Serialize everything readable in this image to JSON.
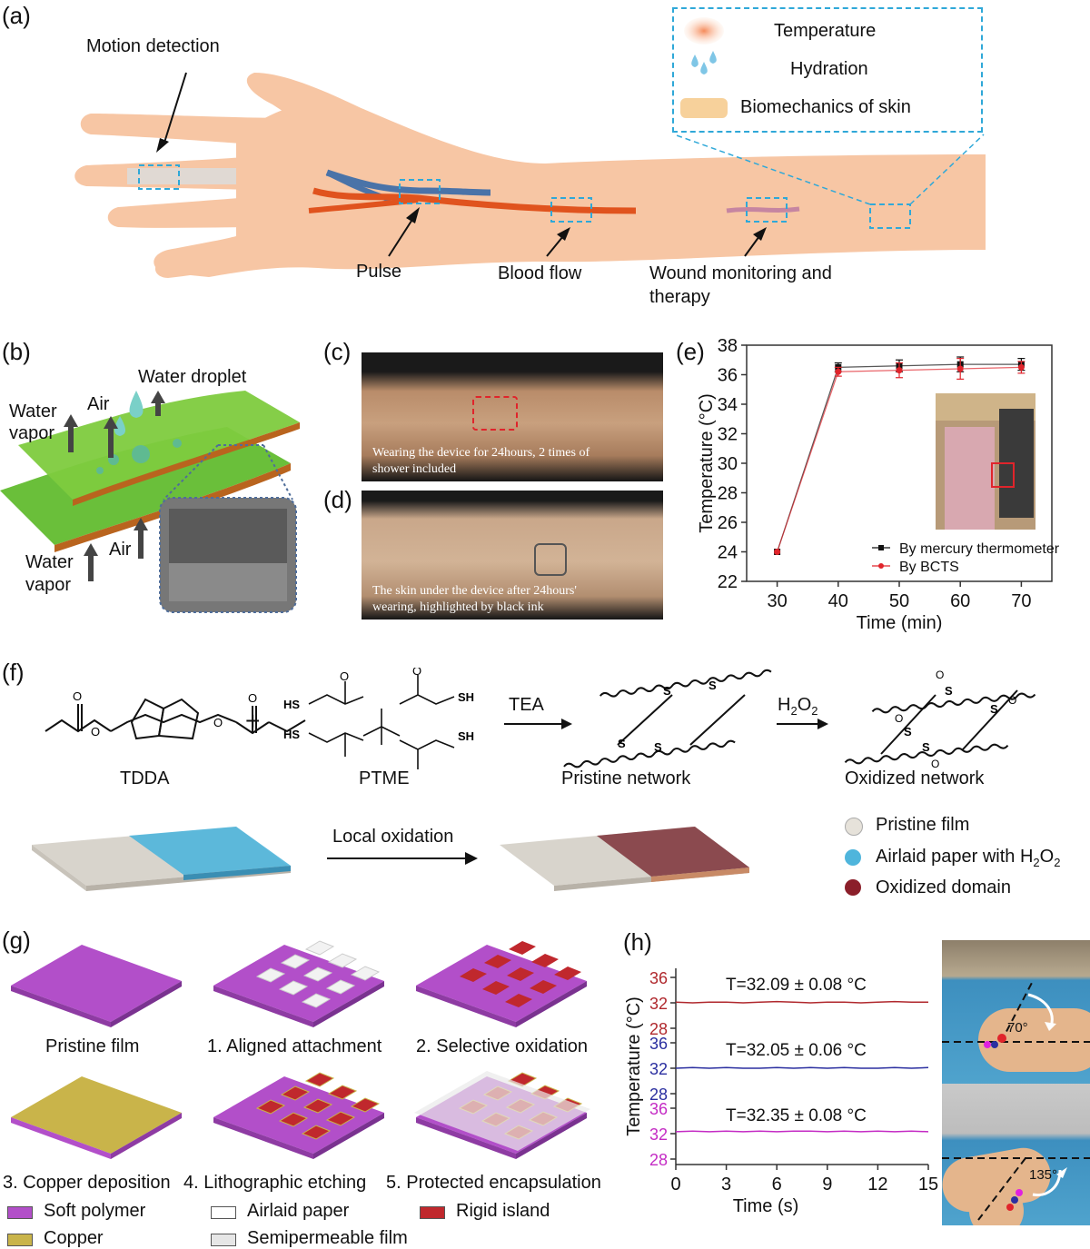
{
  "panel_a": {
    "label": "(a)",
    "callouts": {
      "motion": "Motion detection",
      "pulse": "Pulse",
      "blood_flow": "Blood flow",
      "wound_line1": "Wound monitoring and",
      "wound_line2": "therapy"
    },
    "legend": {
      "temperature": "Temperature",
      "hydration": "Hydration",
      "biomechanics": "Biomechanics of skin"
    }
  },
  "panel_b": {
    "label": "(b)",
    "water_droplet": "Water droplet",
    "water_vapor_top_1": "Water",
    "water_vapor_top_2": "vapor",
    "air_top": "Air",
    "air_bottom": "Air",
    "water_vapor_bottom_1": "Water",
    "water_vapor_bottom_2": "vapor"
  },
  "panel_c": {
    "label": "(c)",
    "caption_line1": "Wearing the device for 24hours, 2 times of",
    "caption_line2": "shower included"
  },
  "panel_d": {
    "label": "(d)",
    "caption_line1": "The skin under the device after 24hours'",
    "caption_line2": "wearing, highlighted by black ink"
  },
  "panel_e": {
    "label": "(e)"
  },
  "panel_f": {
    "label": "(f)",
    "tdda": "TDDA",
    "ptme": "PTME",
    "tea": "TEA",
    "h2o2_prefix": "H",
    "h2o2_sub1": "2",
    "h2o2_mid": "O",
    "h2o2_sub2": "2",
    "pristine_network": "Pristine network",
    "oxidized_network": "Oxidized network",
    "local_oxidation": "Local oxidation",
    "legend_pristine": "Pristine film",
    "legend_airlaid_prefix": "Airlaid paper with H",
    "legend_airlaid_sub1": "2",
    "legend_airlaid_mid": "O",
    "legend_airlaid_sub2": "2",
    "legend_oxidized": "Oxidized domain",
    "sh": "SH",
    "hs": "HS",
    "s": "S",
    "o": "O"
  },
  "panel_g": {
    "label": "(g)",
    "steps": [
      "Pristine film",
      "1. Aligned attachment",
      "2. Selective oxidation",
      "3. Copper deposition",
      "4. Lithographic  etching",
      "5. Protected encapsulation"
    ],
    "legend": [
      "Soft polymer",
      "Airlaid paper",
      "Rigid island",
      "Copper",
      "Semipermeable film"
    ],
    "colors": {
      "soft_polymer": "#b24fc9",
      "airlaid": "#ffffff",
      "rigid": "#c0282d",
      "copper": "#c9b44a",
      "semipermeable": "#e6e6e6"
    }
  },
  "panel_h": {
    "label": "(h)",
    "angle1": "70°",
    "angle2": "135°"
  },
  "chart_data": [
    {
      "type": "line",
      "panel": "(e)",
      "xlabel": "Time (min)",
      "ylabel": "Temperature (°C)",
      "xlim": [
        25,
        75
      ],
      "ylim": [
        22,
        38
      ],
      "xticks": [
        30,
        40,
        50,
        60,
        70
      ],
      "yticks": [
        22,
        24,
        26,
        28,
        30,
        32,
        34,
        36,
        38
      ],
      "legend_position": "bottom-right",
      "series": [
        {
          "name": "By mercury thermometer",
          "color": "#111111",
          "x": [
            30,
            40,
            50,
            60,
            70
          ],
          "y": [
            24.0,
            36.5,
            36.6,
            36.7,
            36.7
          ],
          "error": [
            0.0,
            0.3,
            0.4,
            0.5,
            0.4
          ]
        },
        {
          "name": "By BCTS",
          "color": "#e0242b",
          "x": [
            30,
            40,
            50,
            60,
            70
          ],
          "y": [
            24.0,
            36.2,
            36.3,
            36.4,
            36.5
          ],
          "error": [
            0.0,
            0.3,
            0.5,
            0.7,
            0.4
          ]
        }
      ]
    },
    {
      "type": "line",
      "panel": "(h)",
      "xlabel": "Time (s)",
      "ylabel": "Temperature (°C)",
      "xlim": [
        0,
        15
      ],
      "xticks": [
        0,
        3,
        6,
        9,
        12,
        15
      ],
      "series": [
        {
          "annotation": "T=32.09 ± 0.08 °C",
          "color": "#b0282d",
          "ylim": [
            28,
            36
          ],
          "yticks": [
            28,
            32,
            36
          ],
          "x": [
            0,
            1,
            2,
            3,
            4,
            5,
            6,
            7,
            8,
            9,
            10,
            11,
            12,
            13,
            14,
            15
          ],
          "y": [
            32.1,
            32.0,
            32.1,
            32.1,
            32.0,
            32.1,
            32.2,
            32.1,
            32.0,
            32.1,
            32.1,
            32.0,
            32.1,
            32.2,
            32.1,
            32.1
          ]
        },
        {
          "annotation": "T=32.05 ± 0.06 °C",
          "color": "#2b2fa0",
          "ylim": [
            28,
            36
          ],
          "yticks": [
            28,
            32,
            36
          ],
          "x": [
            0,
            1,
            2,
            3,
            4,
            5,
            6,
            7,
            8,
            9,
            10,
            11,
            12,
            13,
            14,
            15
          ],
          "y": [
            32.0,
            32.1,
            32.0,
            32.1,
            32.0,
            32.0,
            32.1,
            32.0,
            32.1,
            32.0,
            32.1,
            32.0,
            32.0,
            32.1,
            32.0,
            32.1
          ]
        },
        {
          "annotation": "T=32.35 ± 0.08 °C",
          "color": "#c42bc4",
          "ylim": [
            28,
            36
          ],
          "yticks": [
            28,
            32,
            36
          ],
          "x": [
            0,
            1,
            2,
            3,
            4,
            5,
            6,
            7,
            8,
            9,
            10,
            11,
            12,
            13,
            14,
            15
          ],
          "y": [
            32.3,
            32.4,
            32.3,
            32.4,
            32.3,
            32.4,
            32.3,
            32.4,
            32.4,
            32.3,
            32.4,
            32.3,
            32.4,
            32.3,
            32.4,
            32.3
          ]
        }
      ]
    }
  ]
}
